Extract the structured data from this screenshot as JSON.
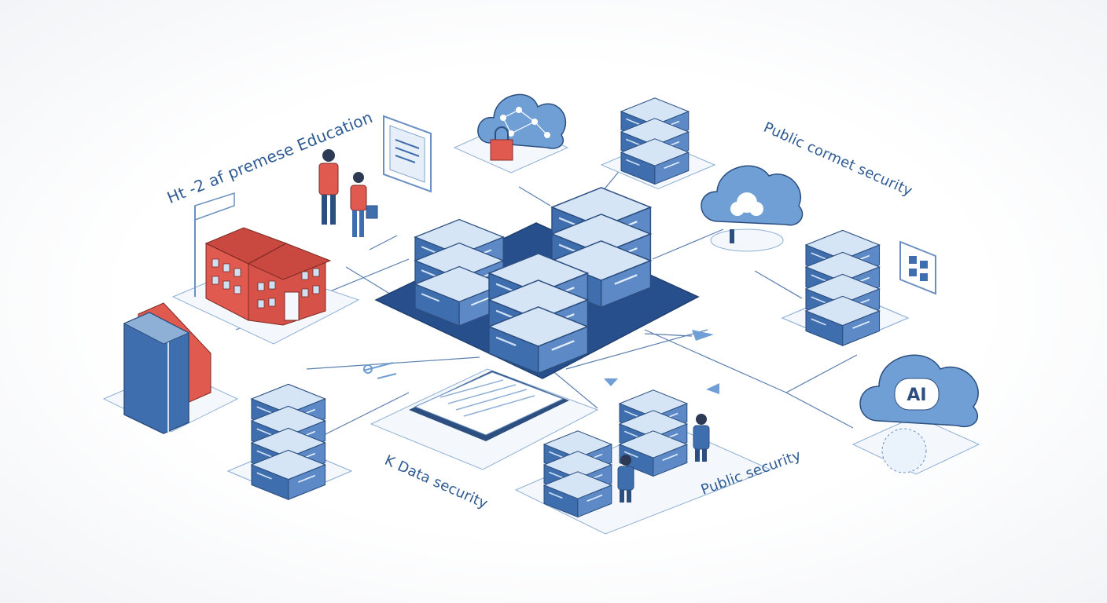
{
  "labels": {
    "education": "Ht -2 af premese Education",
    "public_top": "Public cormet security",
    "data_security": "K Data security",
    "public_security": "Public security",
    "ai": "AI"
  },
  "colors": {
    "server_top": "#cfe0f3",
    "server_front": "#3f6eae",
    "server_side": "#5a87c4",
    "platform_dark": "#274f8c",
    "school_red": "#e05a4f",
    "cloud": "#6f9fd4",
    "line": "#5b7fae"
  },
  "icons": [
    "school-building-icon",
    "book-stack-icon",
    "cloud-network-icon",
    "lock-icon",
    "cloud-ai-icon",
    "server-rack-icon",
    "document-icon",
    "person-icon",
    "globe-icon"
  ]
}
